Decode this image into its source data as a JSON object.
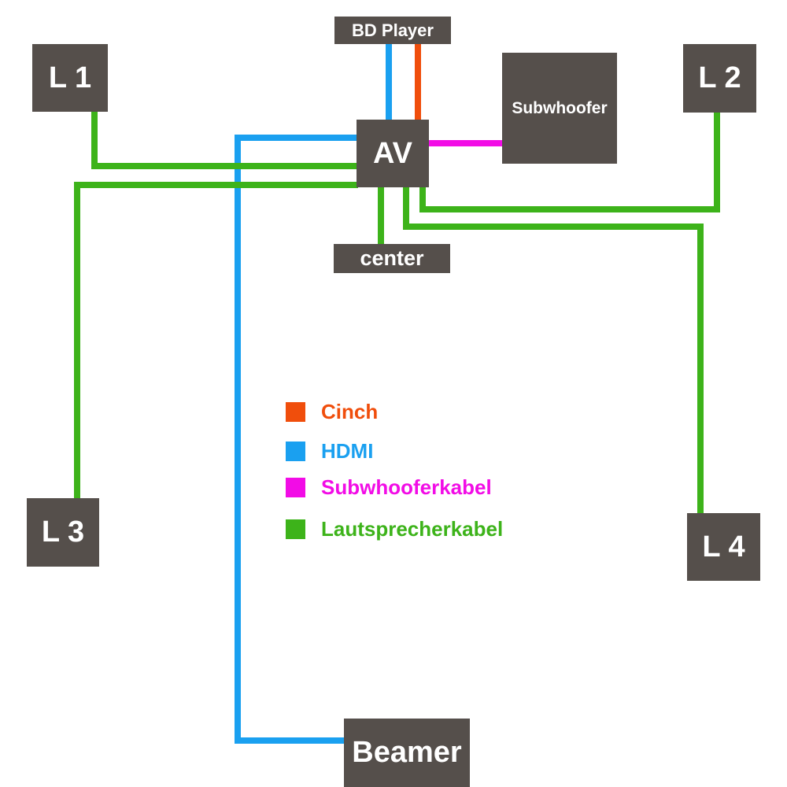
{
  "devices": {
    "bd_player": "BD Player",
    "l1": "L 1",
    "l2": "L 2",
    "l3": "L 3",
    "l4": "L 4",
    "av": "AV",
    "subwoofer": "Subwhoofer",
    "center": "center",
    "beamer": "Beamer"
  },
  "legend": [
    {
      "label": "Cinch",
      "color": "#f04e0c"
    },
    {
      "label": "HDMI",
      "color": "#1aa0f0"
    },
    {
      "label": "Subwhooferkabel",
      "color": "#f20ce6"
    },
    {
      "label": "Lautsprecherkabel",
      "color": "#3db31a"
    }
  ],
  "colors": {
    "box": "#554f4b",
    "box_text": "#ffffff"
  }
}
